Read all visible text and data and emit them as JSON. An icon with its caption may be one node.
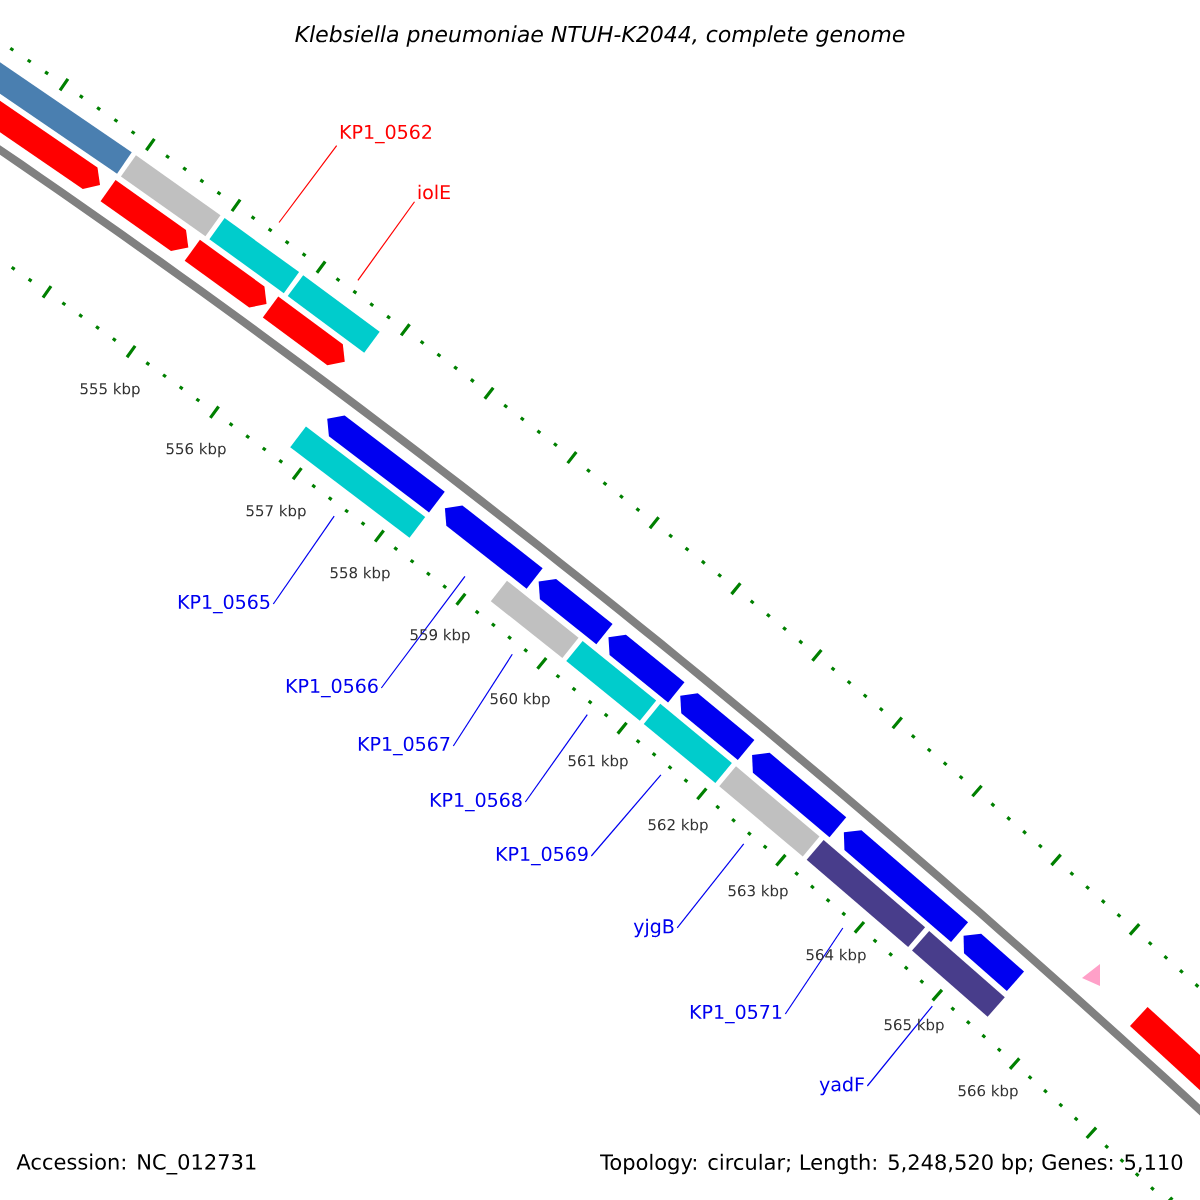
{
  "diagram": {
    "title": "Klebsiella pneumoniae NTUH-K2044, complete genome",
    "nodes": [
      {
        "text": [
          "KP1_0562"
        ]
      },
      {
        "text": [
          "iolE"
        ]
      },
      {
        "text": [
          "KP1_0565"
        ]
      },
      {
        "text": [
          "KP1_0566"
        ]
      },
      {
        "text": [
          "KP1_0567"
        ]
      },
      {
        "text": [
          "KP1_0568"
        ]
      },
      {
        "text": [
          "KP1_0569"
        ]
      },
      {
        "text": [
          "yjgB"
        ]
      },
      {
        "text": [
          "KP1_0571"
        ]
      },
      {
        "text": [
          "yadF"
        ]
      },
      {
        "text": [],
        "shape": "bar"
      },
      {
        "text": [],
        "shape": "pentagon"
      },
      {
        "text": [],
        "shape": "bar"
      },
      {
        "text": [],
        "shape": "pentagon"
      },
      {
        "text": [],
        "shape": "bar"
      },
      {
        "text": [],
        "shape": "pentagon"
      },
      {
        "text": [],
        "shape": "bar"
      },
      {
        "text": [],
        "shape": "pentagon"
      },
      {
        "text": [],
        "shape": "bar"
      },
      {
        "text": [],
        "shape": "pentagon"
      },
      {
        "text": [],
        "shape": "pentagon"
      },
      {
        "text": [],
        "shape": "bar"
      },
      {
        "text": [],
        "shape": "pentagon"
      },
      {
        "text": [],
        "shape": "bar"
      },
      {
        "text": [],
        "shape": "pentagon"
      },
      {
        "text": [],
        "shape": "bar"
      },
      {
        "text": [],
        "shape": "pentagon"
      },
      {
        "text": [],
        "shape": "bar"
      },
      {
        "text": [],
        "shape": "pentagon"
      },
      {
        "text": [],
        "shape": "bar"
      },
      {
        "text": [],
        "shape": "pentagon"
      },
      {
        "text": [],
        "shape": "bar"
      },
      {
        "text": [],
        "shape": "pentagon"
      },
      {
        "text": [],
        "shape": "pentagon"
      }
    ],
    "edges": [
      {
        "from": 0,
        "to": 14,
        "arrow": "none",
        "color": "#ff0000"
      },
      {
        "from": 1,
        "to": 16,
        "arrow": "none",
        "color": "#ff0000"
      },
      {
        "from": 2,
        "to": 18,
        "arrow": "none"
      },
      {
        "from": 3,
        "to": 20,
        "arrow": "none"
      },
      {
        "from": 4,
        "to": 21,
        "arrow": "none"
      },
      {
        "from": 5,
        "to": 23,
        "arrow": "none"
      },
      {
        "from": 6,
        "to": 25,
        "arrow": "none"
      },
      {
        "from": 7,
        "to": 27,
        "arrow": "none"
      },
      {
        "from": 8,
        "to": 29,
        "arrow": "none"
      },
      {
        "from": 9,
        "to": 31,
        "arrow": "none"
      }
    ],
    "labels": [
      "555 kbp",
      "556 kbp",
      "557 kbp",
      "558 kbp",
      "559 kbp",
      "560 kbp",
      "561 kbp",
      "562 kbp",
      "563 kbp",
      "564 kbp",
      "565 kbp",
      "566 kbp",
      "Accession: NC_012731",
      "Topology: circular; Length: 5,248,520 bp; Genes: 5,110"
    ]
  }
}
